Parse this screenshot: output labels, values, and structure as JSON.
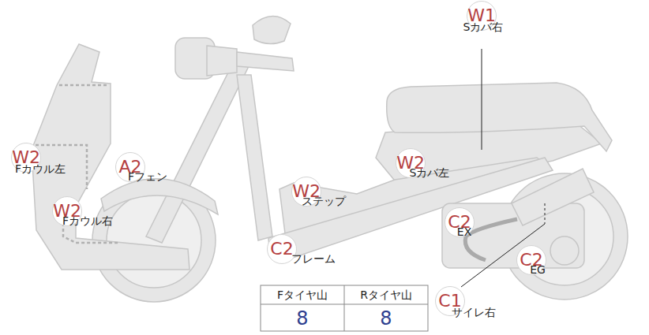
{
  "diagram": {
    "nodes": [
      {
        "text": [
          "W1",
          "Sカバ右"
        ]
      },
      {
        "text": [
          "W2",
          "Fカウル左"
        ]
      },
      {
        "text": [
          "W2",
          "Sカバ左"
        ]
      },
      {
        "text": [
          "A2",
          "Fフェン"
        ]
      },
      {
        "text": [
          "W2",
          "ステップ"
        ]
      },
      {
        "text": [
          "W2",
          "Fカウル右"
        ]
      },
      {
        "text": [
          "C2",
          "EX"
        ]
      },
      {
        "text": [
          "C2",
          "フレーム"
        ]
      },
      {
        "text": [
          "C2",
          "EG"
        ]
      },
      {
        "text": [
          "C1",
          "サイレ右"
        ]
      }
    ],
    "labels": [
      "Fタイヤ山",
      "Rタイヤ山",
      "8",
      "8"
    ]
  }
}
